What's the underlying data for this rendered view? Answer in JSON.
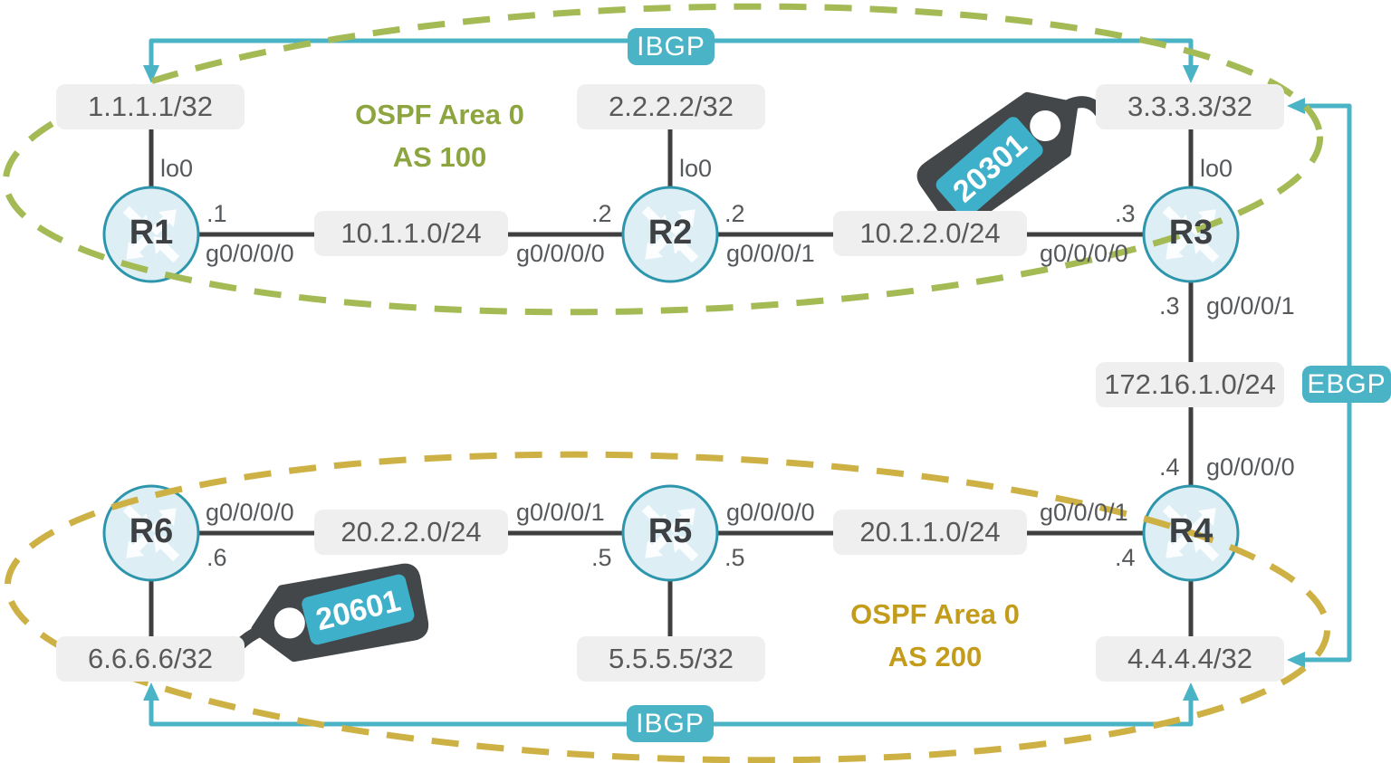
{
  "colors": {
    "bgp_teal": "#4ab3c6",
    "link_dark": "#3f3f3f",
    "box_bg": "#efefef",
    "box_text": "#595959",
    "router_fill": "#ddeef5",
    "router_border": "#2e96ac",
    "as100_text_green": "#8ca53f",
    "as100_dash_green": "#a4ba55",
    "as200_text_gold": "#c49c1b",
    "as200_dash_gold": "#cdb145",
    "tag_dark": "#43474a",
    "tag_label_teal": "#3fb0c9"
  },
  "as100": {
    "line1": "OSPF Area 0",
    "line2": "AS 100"
  },
  "as200": {
    "line1": "OSPF Area 0",
    "line2": "AS 200"
  },
  "badges": {
    "ibgp_top": "IBGP",
    "ibgp_bottom": "IBGP",
    "ebgp": "EBGP"
  },
  "routers": {
    "r1": {
      "name": "R1",
      "loopback": "1.1.1.1/32",
      "lo_if": "lo0"
    },
    "r2": {
      "name": "R2",
      "loopback": "2.2.2.2/32",
      "lo_if": "lo0"
    },
    "r3": {
      "name": "R3",
      "loopback": "3.3.3.3/32",
      "lo_if": "lo0"
    },
    "r4": {
      "name": "R4",
      "loopback": "4.4.4.4/32"
    },
    "r5": {
      "name": "R5",
      "loopback": "5.5.5.5/32"
    },
    "r6": {
      "name": "R6",
      "loopback": "6.6.6.6/32"
    }
  },
  "subnets": {
    "r1_r2": "10.1.1.0/24",
    "r2_r3": "10.2.2.0/24",
    "r3_r4": "172.16.1.0/24",
    "r5_r4": "20.1.1.0/24",
    "r6_r5": "20.2.2.0/24"
  },
  "interfaces": {
    "r1_right": {
      "ip": ".1",
      "name": "g0/0/0/0"
    },
    "r2_left": {
      "ip": ".2",
      "name": "g0/0/0/0"
    },
    "r2_right": {
      "ip": ".2",
      "name": "g0/0/0/1"
    },
    "r3_left": {
      "ip": ".3",
      "name": "g0/0/0/0"
    },
    "r3_down": {
      "ip": ".3",
      "name": "g0/0/0/1"
    },
    "r4_up": {
      "ip": ".4",
      "name": "g0/0/0/0"
    },
    "r4_left": {
      "ip": ".4",
      "name": "g0/0/0/1"
    },
    "r5_left": {
      "ip": ".5",
      "name": "g0/0/0/1"
    },
    "r5_right": {
      "ip": ".5",
      "name": "g0/0/0/0"
    },
    "r6_right": {
      "ip": ".6",
      "name": "g0/0/0/0"
    }
  },
  "tags": {
    "r3_tag": "20301",
    "r6_tag": "20601"
  }
}
